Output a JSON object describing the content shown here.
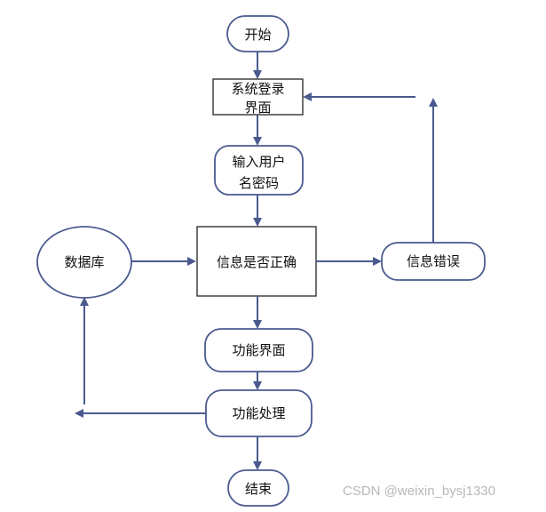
{
  "colors": {
    "stroke": "#4a5a8f",
    "arrow": "#4a5a8f",
    "text": "#111111"
  },
  "diagram": {
    "nodes": {
      "start": "开始",
      "login_line1": "系统登录",
      "login_line2": "界面",
      "input_line1": "输入用户",
      "input_line2": "名密码",
      "check": "信息是否正确",
      "error": "信息错误",
      "database": "数据库",
      "function_ui": "功能界面",
      "function_process": "功能处理",
      "end": "结束"
    }
  },
  "watermark": "CSDN @weixin_bysj1330"
}
